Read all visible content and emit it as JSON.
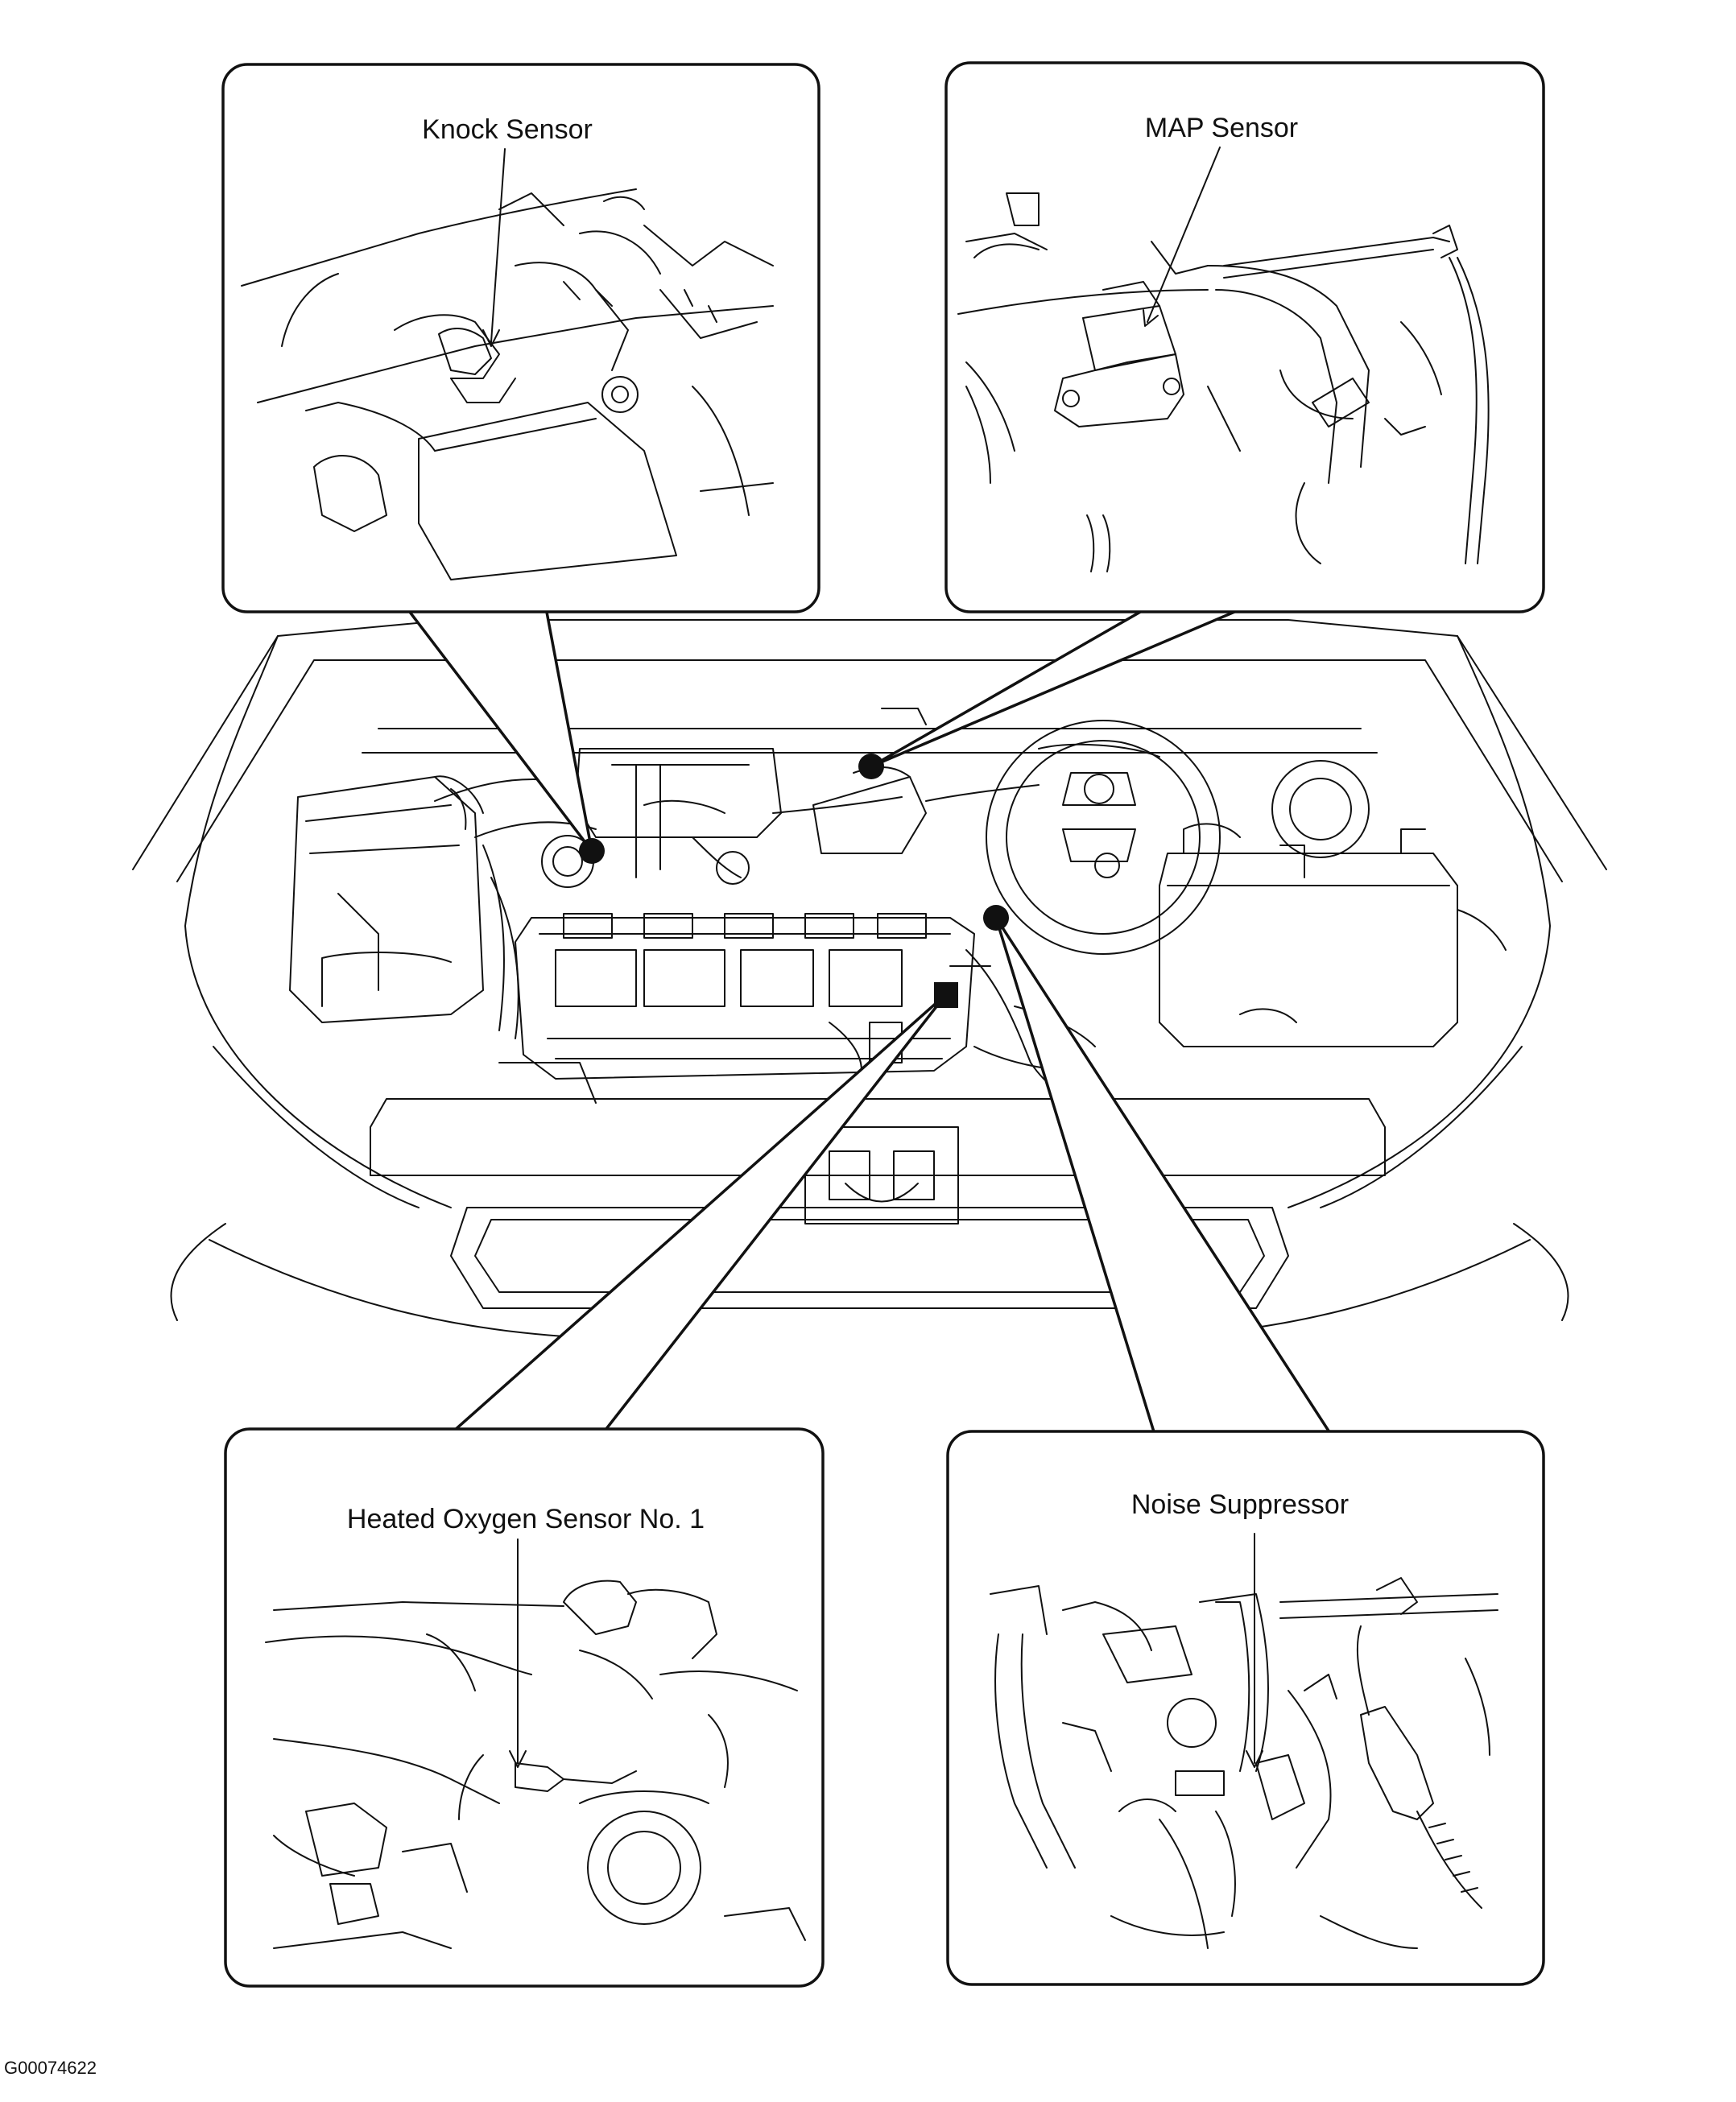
{
  "callouts": {
    "knock_sensor": "Knock Sensor",
    "map_sensor": "MAP Sensor",
    "heated_oxygen_sensor": "Heated Oxygen Sensor No. 1",
    "noise_suppressor": "Noise Suppressor"
  },
  "figure_id": "G00074622",
  "colors": {
    "line": "#111111",
    "background": "#ffffff"
  }
}
